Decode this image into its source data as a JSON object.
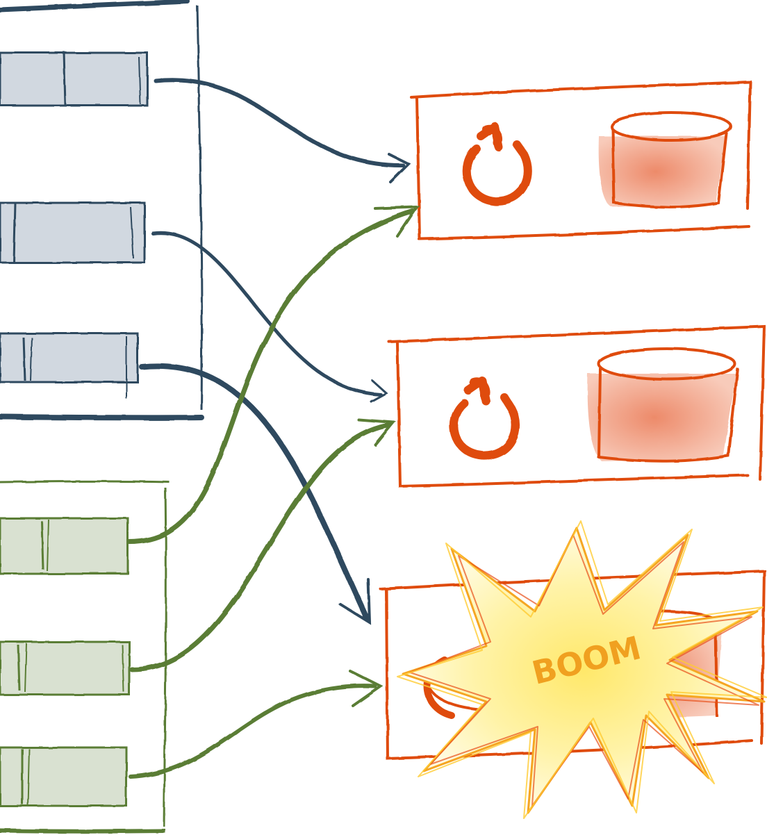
{
  "colors": {
    "blue_stroke": "#2f4a5e",
    "blue_fill": "#c9d1da",
    "green_stroke": "#5a7d35",
    "green_fill": "#d2dcc9",
    "orange_stroke": "#df4b0e",
    "orange_fill": "#ee8a6a",
    "boom_fill": "#fff3a0",
    "boom_stroke": "#f0a020",
    "boom_text": "#f0a020"
  },
  "blue_group": {
    "items": [
      {
        "name": "blue-item-1"
      },
      {
        "name": "blue-item-2"
      },
      {
        "name": "blue-item-3"
      }
    ]
  },
  "green_group": {
    "items": [
      {
        "name": "green-item-1"
      },
      {
        "name": "green-item-2"
      },
      {
        "name": "green-item-3"
      }
    ]
  },
  "nodes": [
    {
      "name": "node-1",
      "icon": "refresh-icon",
      "store_icon": "database-icon",
      "state": "ok"
    },
    {
      "name": "node-2",
      "icon": "refresh-icon",
      "store_icon": "database-icon",
      "state": "ok"
    },
    {
      "name": "node-3",
      "icon": "refresh-icon",
      "store_icon": "database-icon",
      "state": "exploded"
    }
  ],
  "explosion": {
    "icon": "explosion-icon",
    "label": "BOOM"
  }
}
